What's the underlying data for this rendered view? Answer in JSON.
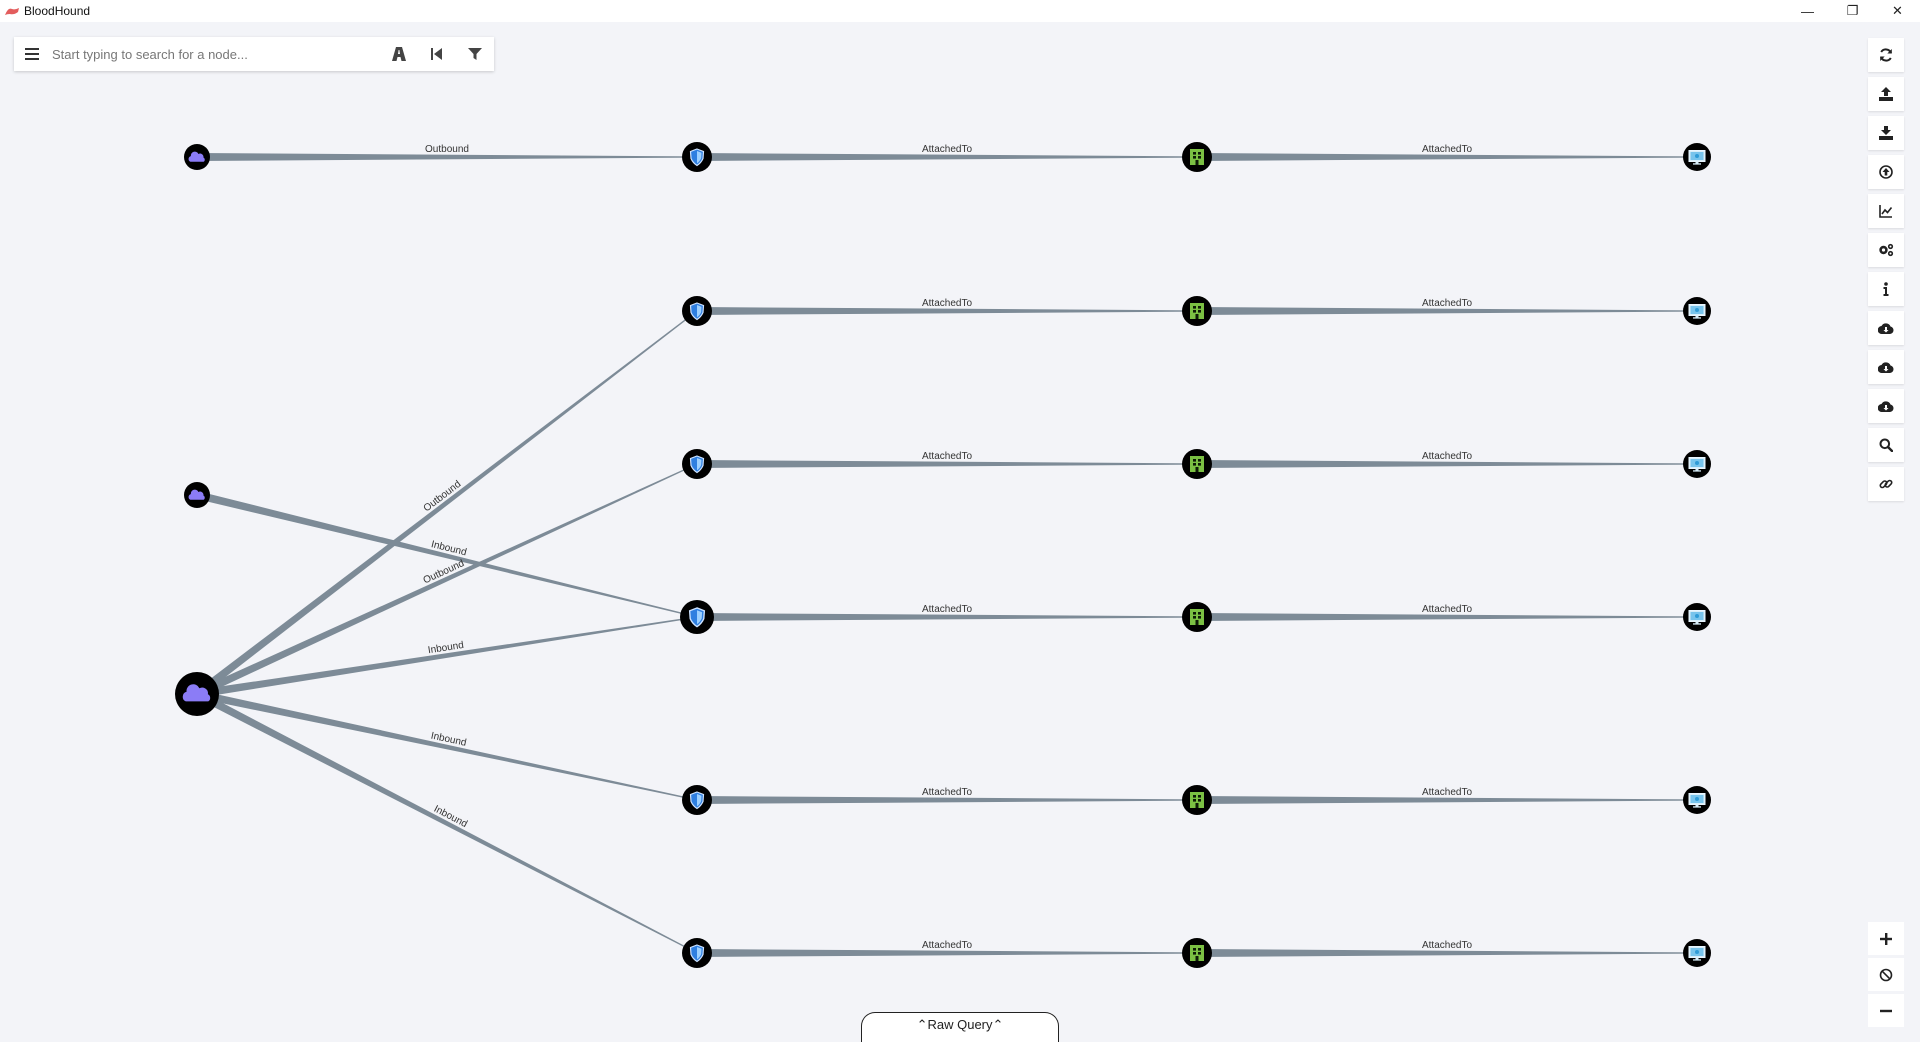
{
  "window": {
    "title": "BloodHound",
    "controls": [
      "—",
      "❐",
      "✕"
    ]
  },
  "search": {
    "placeholder": "Start typing to search for a node..."
  },
  "right_toolbar": [
    {
      "name": "refresh-icon"
    },
    {
      "name": "export-icon"
    },
    {
      "name": "import-icon"
    },
    {
      "name": "upload-icon"
    },
    {
      "name": "chart-icon"
    },
    {
      "name": "settings-icon"
    },
    {
      "name": "info-icon"
    },
    {
      "name": "cloud-download-icon"
    },
    {
      "name": "cloud-download-icon"
    },
    {
      "name": "cloud-download-icon"
    },
    {
      "name": "search-icon"
    },
    {
      "name": "link-icon"
    }
  ],
  "zoom_controls": [
    "plus-icon",
    "reset-icon",
    "minus-icon"
  ],
  "colors": {
    "edge": "#7d8b97",
    "tenant": "#8b7cf6",
    "policy": "#1e6fd9",
    "building": "#7bc043",
    "computer": "#78c4ec"
  },
  "graph": {
    "nodes": [
      {
        "id": "tenant-top",
        "type": "tenant"
      },
      {
        "id": "tenant-mid",
        "type": "tenant"
      },
      {
        "id": "tenant-main",
        "type": "tenant"
      },
      {
        "id": "policy-1",
        "type": "policy"
      },
      {
        "id": "policy-2",
        "type": "policy"
      },
      {
        "id": "policy-3",
        "type": "policy"
      },
      {
        "id": "policy-4",
        "type": "policy"
      },
      {
        "id": "policy-5",
        "type": "policy"
      },
      {
        "id": "policy-6",
        "type": "policy"
      },
      {
        "id": "building-1",
        "type": "building"
      },
      {
        "id": "building-2",
        "type": "building"
      },
      {
        "id": "building-3",
        "type": "building"
      },
      {
        "id": "building-4",
        "type": "building"
      },
      {
        "id": "building-5",
        "type": "building"
      },
      {
        "id": "building-6",
        "type": "building"
      },
      {
        "id": "computer-1",
        "type": "computer"
      },
      {
        "id": "computer-2",
        "type": "computer"
      },
      {
        "id": "computer-3",
        "type": "computer"
      },
      {
        "id": "computer-4",
        "type": "computer"
      },
      {
        "id": "computer-5",
        "type": "computer"
      },
      {
        "id": "computer-6",
        "type": "computer"
      }
    ],
    "edges": [
      {
        "from": "tenant-top",
        "to": "policy-1",
        "label": "Outbound"
      },
      {
        "from": "tenant-main",
        "to": "policy-2",
        "label": "Outbound"
      },
      {
        "from": "tenant-main",
        "to": "policy-3",
        "label": "Outbound"
      },
      {
        "from": "tenant-mid",
        "to": "policy-4",
        "label": "Inbound"
      },
      {
        "from": "tenant-main",
        "to": "policy-4",
        "label": "Inbound"
      },
      {
        "from": "tenant-main",
        "to": "policy-5",
        "label": "Inbound"
      },
      {
        "from": "tenant-main",
        "to": "policy-6",
        "label": "Inbound"
      },
      {
        "from": "policy-1",
        "to": "building-1",
        "label": "AttachedTo"
      },
      {
        "from": "policy-2",
        "to": "building-2",
        "label": "AttachedTo"
      },
      {
        "from": "policy-3",
        "to": "building-3",
        "label": "AttachedTo"
      },
      {
        "from": "policy-4",
        "to": "building-4",
        "label": "AttachedTo"
      },
      {
        "from": "policy-5",
        "to": "building-5",
        "label": "AttachedTo"
      },
      {
        "from": "policy-6",
        "to": "building-6",
        "label": "AttachedTo"
      },
      {
        "from": "building-1",
        "to": "computer-1",
        "label": "AttachedTo"
      },
      {
        "from": "building-2",
        "to": "computer-2",
        "label": "AttachedTo"
      },
      {
        "from": "building-3",
        "to": "computer-3",
        "label": "AttachedTo"
      },
      {
        "from": "building-4",
        "to": "computer-4",
        "label": "AttachedTo"
      },
      {
        "from": "building-5",
        "to": "computer-5",
        "label": "AttachedTo"
      },
      {
        "from": "building-6",
        "to": "computer-6",
        "label": "AttachedTo"
      }
    ]
  },
  "raw_query": {
    "label": "Raw Query"
  }
}
